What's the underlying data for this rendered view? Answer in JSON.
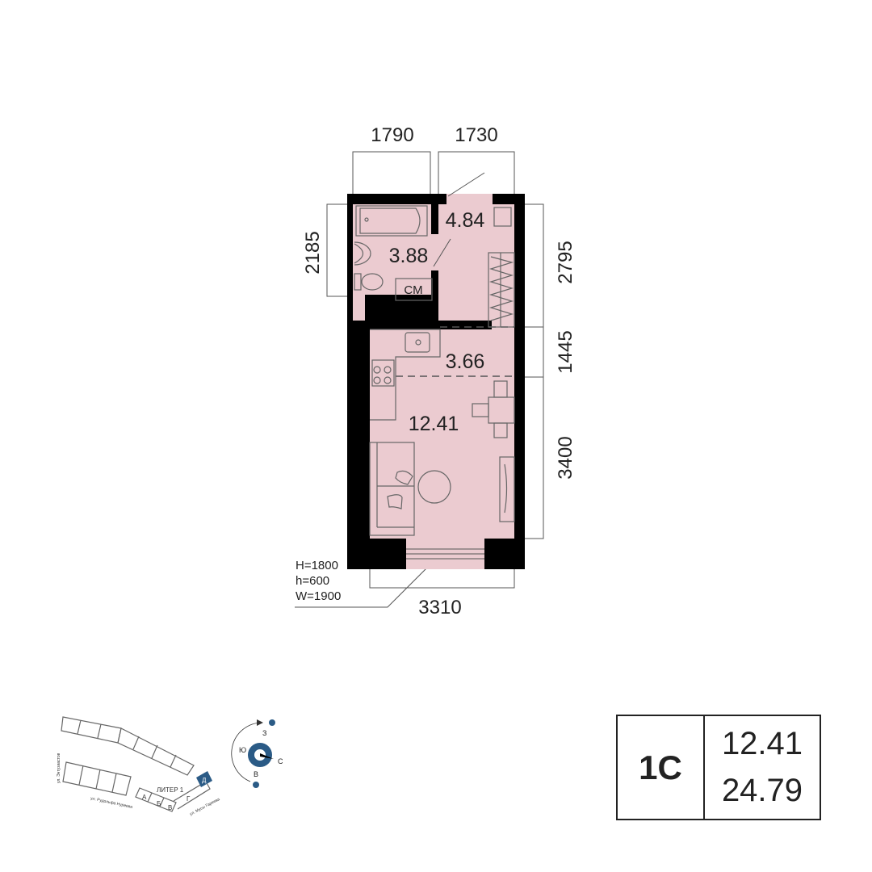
{
  "plan": {
    "dimensions": {
      "top_left": "1790",
      "top_right": "1730",
      "left": "2185",
      "right_top": "2795",
      "right_middle": "1445",
      "right_bottom": "3400",
      "bottom": "3310"
    },
    "rooms": {
      "hall": "4.84",
      "bathroom": "3.88",
      "kitchen": "3.66",
      "living": "12.41"
    },
    "washer_label": "СМ",
    "window_spec": [
      "H=1800",
      "h=600",
      "W=1900"
    ]
  },
  "site_map": {
    "building_label": "ЛИТЕР 1",
    "sections": [
      "А",
      "Б",
      "В",
      "Г",
      "Д"
    ],
    "streets": [
      "ул. Энтузиастов",
      "ул. Рудольфа Нуреева",
      "ул. Мусы Гареева"
    ],
    "compass": {
      "north": "С",
      "south": "Ю",
      "east": "В",
      "west": "З"
    },
    "highlight_color": "#2b5b86"
  },
  "info": {
    "type": "1С",
    "living_area": "12.41",
    "total_area": "24.79"
  },
  "colors": {
    "wall": "#000000",
    "floor": "#ebcbd0"
  }
}
